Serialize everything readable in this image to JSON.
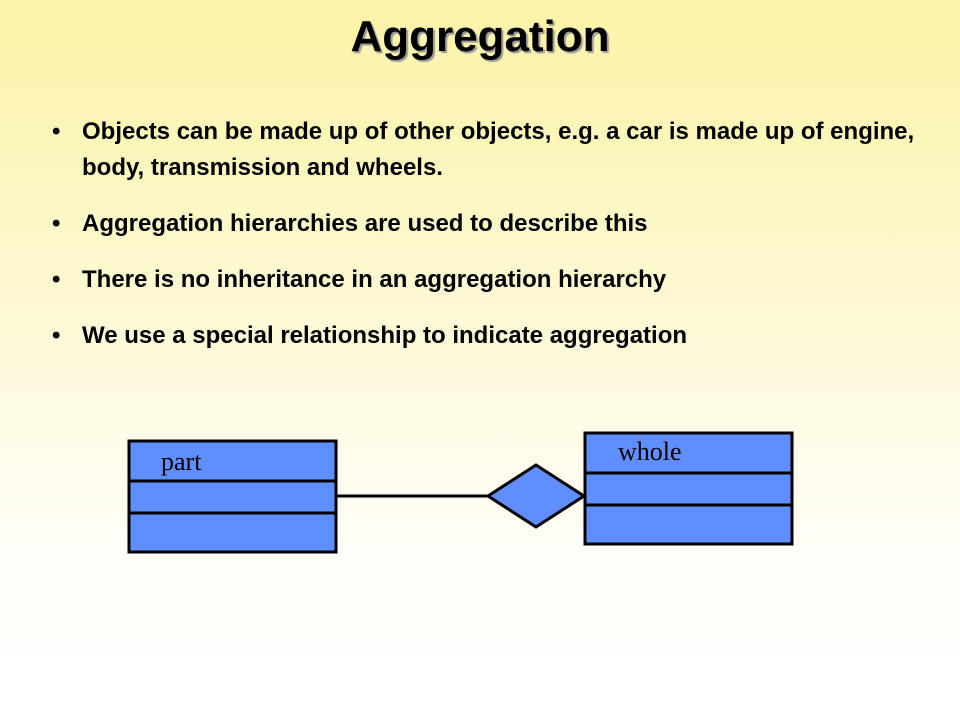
{
  "slide": {
    "title": "Aggregation",
    "bullets": [
      "Objects can be made up of other objects, e.g. a car is made up of engine, body, transmission and wheels.",
      "Aggregation hierarchies are used to describe this",
      "There is no inheritance in an aggregation hierarchy",
      "We use a special relationship to indicate aggregation"
    ]
  },
  "diagram": {
    "part_label": "part",
    "whole_label": "whole",
    "box_fill": "#5f8fff",
    "stroke": "#000000"
  }
}
